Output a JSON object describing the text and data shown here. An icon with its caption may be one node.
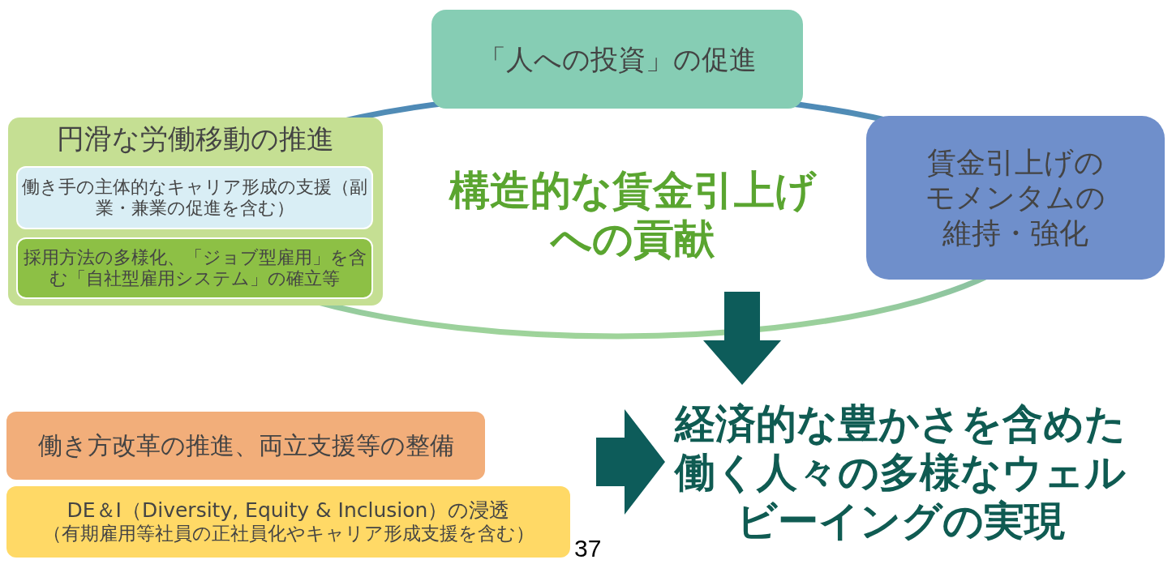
{
  "diagram": {
    "nodes": [
      {
        "text": [
          "「人への投資」の促進"
        ]
      },
      {
        "text": [
          "円滑な労働移動の推進"
        ]
      },
      {
        "text": [
          "働き手の主体的なキャリア形成の支援（副業・兼業の促進を含む）"
        ],
        "in": 1
      },
      {
        "text": [
          "採用方法の多様化、「ジョブ型雇用」を含む「自社型雇用システム」の確立等"
        ],
        "in": 1
      },
      {
        "text": [
          "構造的な賃金引上げへの貢献"
        ]
      },
      {
        "text": [
          "賃金引上げのモメンタムの維持・強化"
        ]
      },
      {
        "text": [
          "働き方改革の推進、両立支援等の整備"
        ]
      },
      {
        "text": [
          "DE＆I（Diversity, Equity & Inclusion）の浸透",
          "（有期雇用等社員の正社員化やキャリア形成支援を含む）"
        ]
      },
      {
        "text": [
          "経済的な豊かさを含めた働く人々の多様なウェルビーイングの実現"
        ]
      }
    ],
    "edges": [
      {
        "from": 4,
        "to": 8,
        "arrow": "to"
      },
      {
        "from": null,
        "to": 8,
        "arrow": "to"
      }
    ],
    "labels": [
      "37"
    ]
  }
}
